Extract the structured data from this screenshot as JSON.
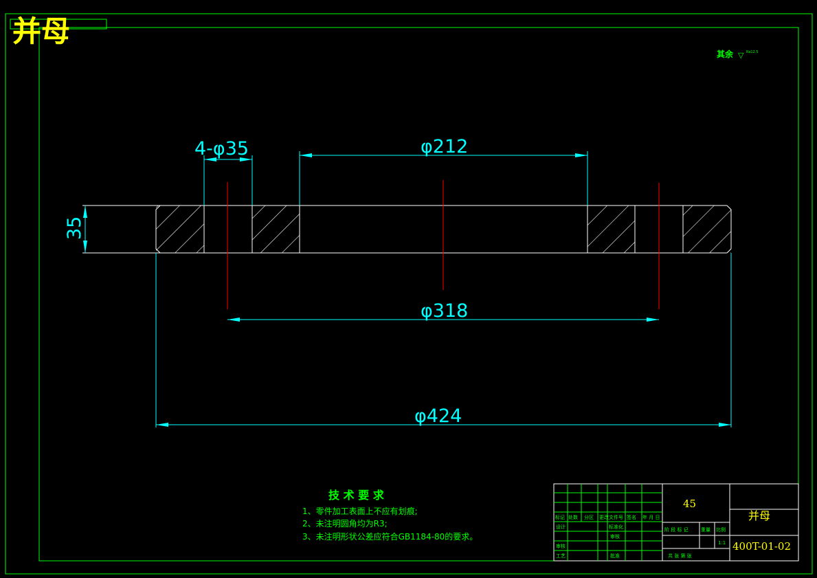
{
  "title_corner": "并母",
  "surface_note": {
    "label": "其余",
    "symbol": "▽",
    "value": "Ra12.5"
  },
  "dimensions": {
    "holes": "4-φ35",
    "inner": "φ212",
    "bolt_circle": "φ318",
    "outer": "φ424",
    "thickness": "35"
  },
  "tech_requirements": {
    "heading": "技 术 要 求",
    "items": [
      "1、零件加工表面上不应有划痕;",
      "2、未注明圆角均为R3;",
      "3、未注明形状公差应符合GB1184-80的要求。"
    ]
  },
  "title_block": {
    "material": "45",
    "part_name": "并母",
    "drawing_no": "400T-01-02",
    "scale": "1:1",
    "labels": {
      "mark": "标记",
      "count": "处数",
      "zone": "分区",
      "doc_no": "更改文件号",
      "sign": "签名",
      "date": "年 月 日",
      "design": "设计",
      "review": "审核",
      "process": "工艺",
      "standardize": "标准化",
      "approve": "批准",
      "inspect": "审核",
      "stage_mark": "阶 段 标 记",
      "weight": "重量",
      "ratio": "比例",
      "sheets": "共   张  第   张"
    }
  },
  "colors": {
    "frame": "#00ff00",
    "outline": "#ffffff",
    "dimension": "#00ffff",
    "centerline": "#ff0000",
    "title_text": "#ffff00"
  }
}
